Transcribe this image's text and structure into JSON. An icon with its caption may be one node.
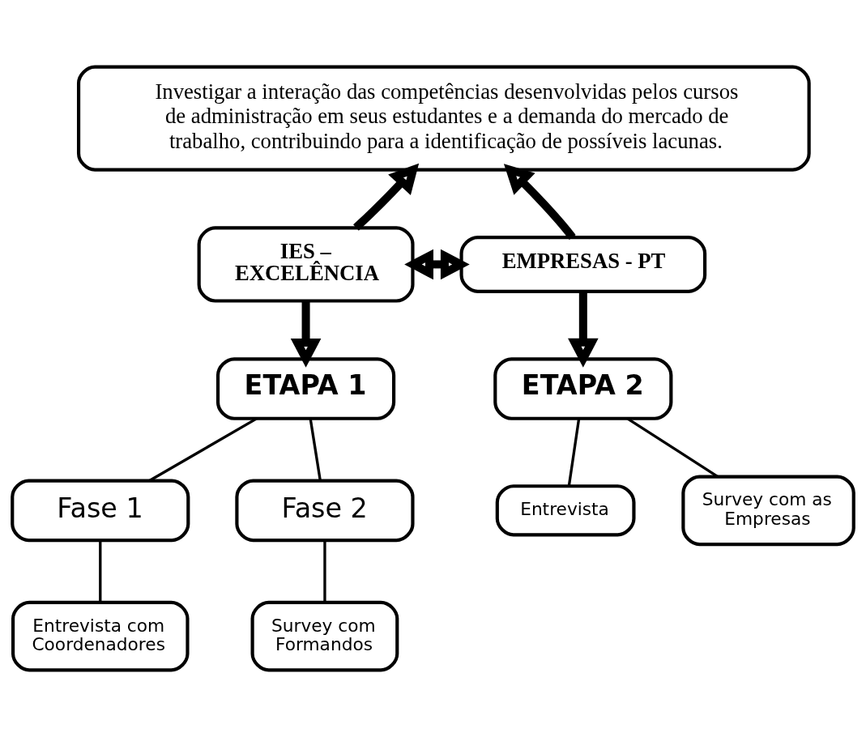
{
  "diagram": {
    "nodes": [
      {
        "text": [
          "Investigar a interação das competências desenvolvidas pelos cursos de administração em seus estudantes e a demanda do mercado de trabalho, contribuindo para a identificação de possíveis lacunas."
        ]
      },
      {
        "text": [
          "IES – EXCELÊNCIA"
        ]
      },
      {
        "text": [
          "EMPRESAS - PT"
        ]
      },
      {
        "text": [
          "ETAPA 1"
        ]
      },
      {
        "text": [
          "Fase 1"
        ]
      },
      {
        "text": [
          "Fase 2"
        ]
      },
      {
        "text": [
          "Entrevista com Coordenadores"
        ]
      },
      {
        "text": [
          "Survey com Formandos"
        ]
      },
      {
        "text": [
          "ETAPA 2"
        ]
      },
      {
        "text": [
          "Entrevista"
        ]
      },
      {
        "text": [
          "Survey com as Empresas"
        ]
      }
    ],
    "edges": [
      {
        "from": 1,
        "to": 2,
        "arrow": "both",
        "style": "thick"
      },
      {
        "from": 1,
        "to": 0,
        "arrow": "to",
        "style": "thick"
      },
      {
        "from": 2,
        "to": 0,
        "arrow": "to",
        "style": "thick"
      },
      {
        "from": 1,
        "to": 3,
        "arrow": "to",
        "style": "thick"
      },
      {
        "from": 2,
        "to": 8,
        "arrow": "to",
        "style": "thick"
      },
      {
        "from": 3,
        "to": 4,
        "arrow": "none"
      },
      {
        "from": 3,
        "to": 5,
        "arrow": "none"
      },
      {
        "from": 4,
        "to": 6,
        "arrow": "none"
      },
      {
        "from": 5,
        "to": 7,
        "arrow": "none"
      },
      {
        "from": 8,
        "to": 9,
        "arrow": "none"
      },
      {
        "from": 8,
        "to": 10,
        "arrow": "none"
      }
    ]
  }
}
